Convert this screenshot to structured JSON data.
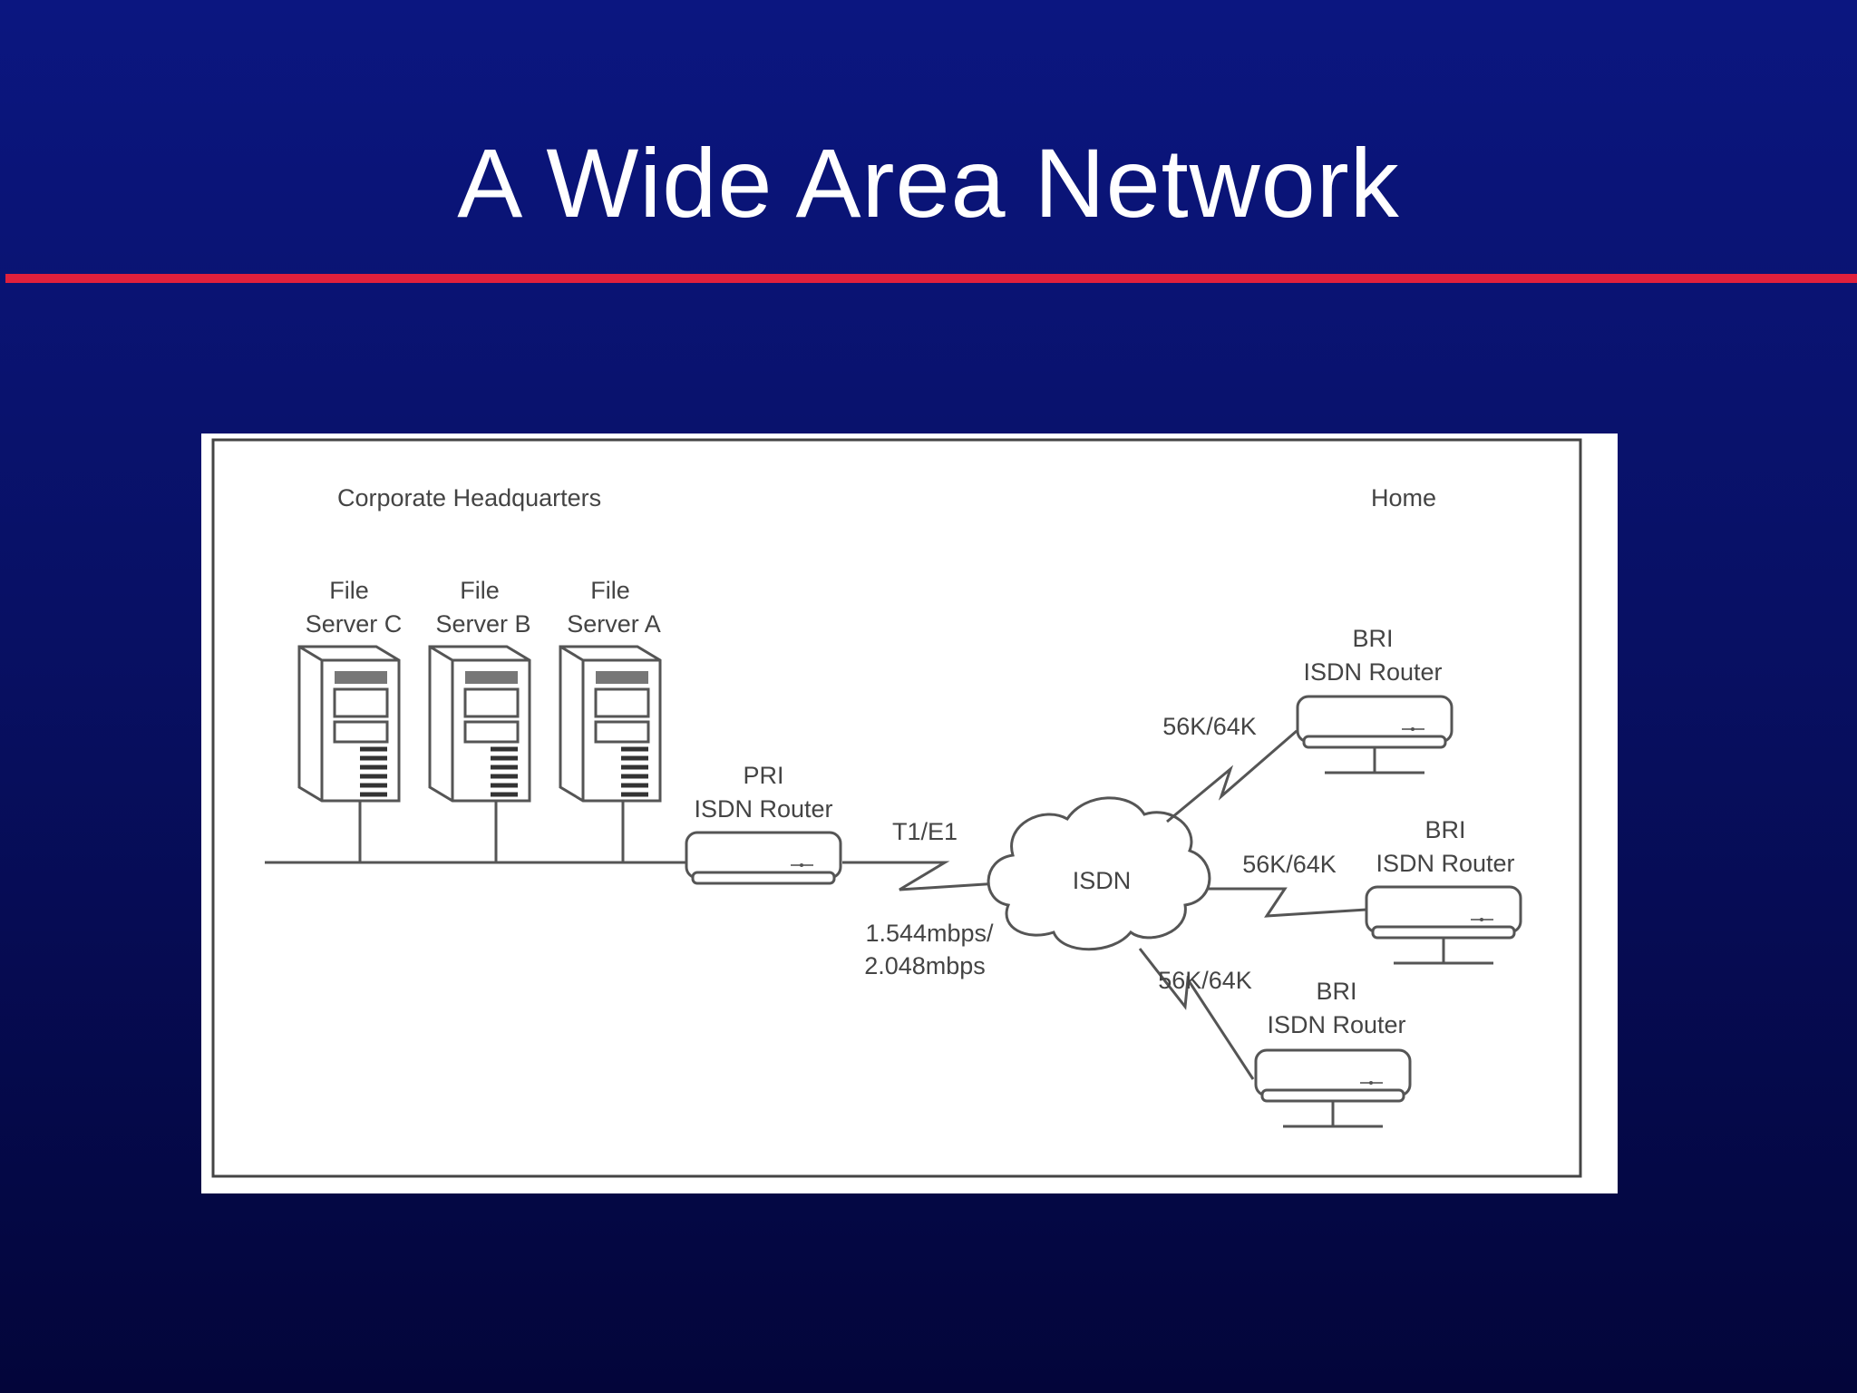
{
  "slide": {
    "title": "A Wide Area Network"
  },
  "diagram": {
    "hq_label": "Corporate Headquarters",
    "home_label": "Home",
    "servers": [
      {
        "line1": "File",
        "line2": "Server C"
      },
      {
        "line1": "File",
        "line2": "Server B"
      },
      {
        "line1": "File",
        "line2": "Server A"
      }
    ],
    "pri_router": {
      "line1": "PRI",
      "line2": "ISDN Router"
    },
    "trunk": {
      "type": "T1/E1",
      "speed_line1": "1.544mbps/",
      "speed_line2": "2.048mbps"
    },
    "cloud_label": "ISDN",
    "bri_routers": [
      {
        "line1": "BRI",
        "line2": "ISDN Router",
        "link_speed": "56K/64K"
      },
      {
        "line1": "BRI",
        "line2": "ISDN Router",
        "link_speed": "56K/64K"
      },
      {
        "line1": "BRI",
        "line2": "ISDN Router",
        "link_speed": "56K/64K"
      }
    ]
  },
  "colors": {
    "background_top": "#0b1680",
    "background_bottom": "#03053a",
    "title_text": "#ffffff",
    "rule": "#e0203c",
    "line_art": "#555555"
  }
}
